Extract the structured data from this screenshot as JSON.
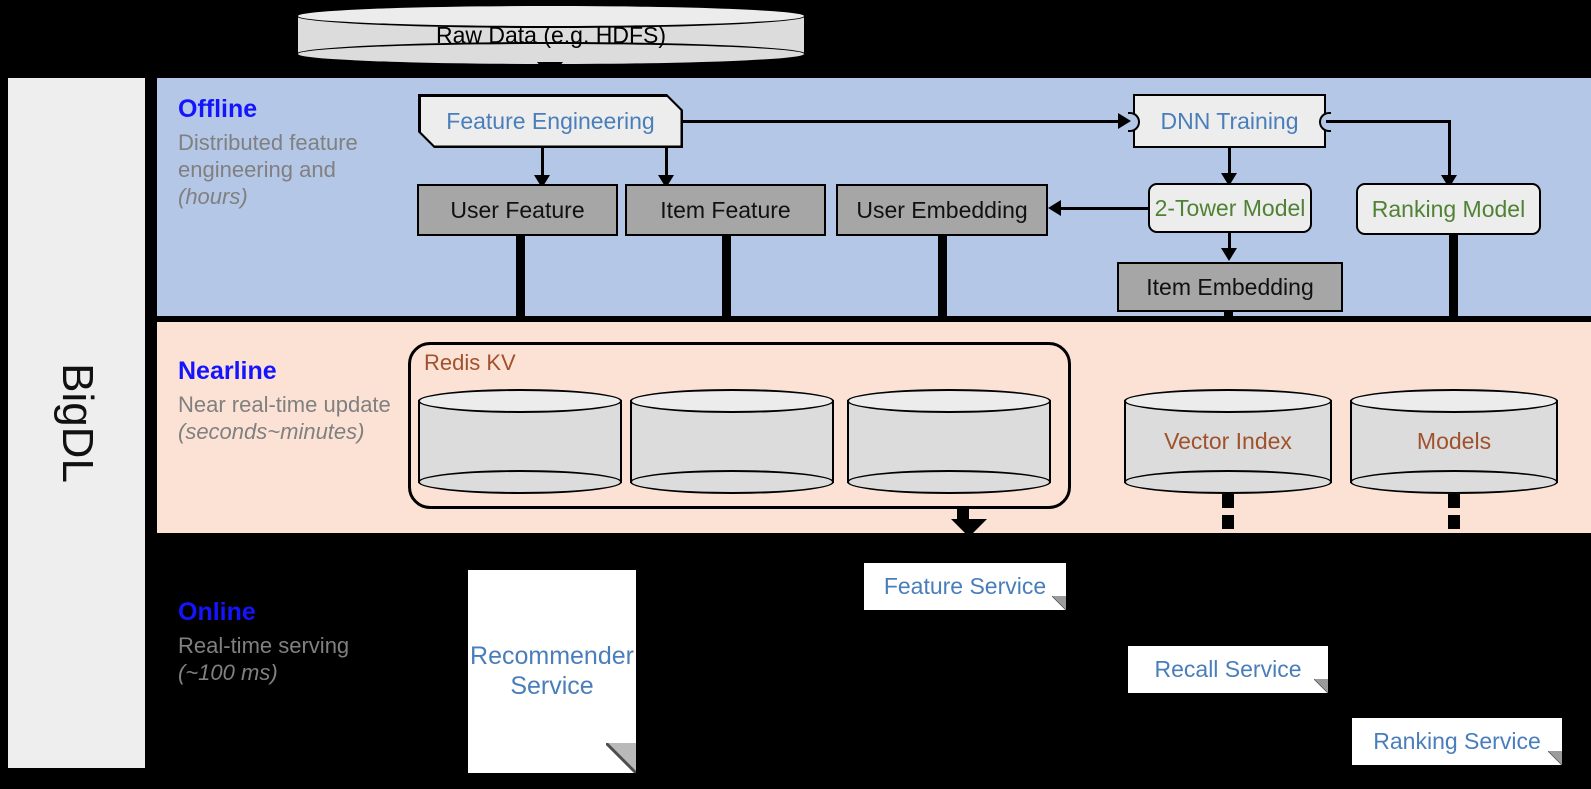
{
  "framework": {
    "name": "BigDL"
  },
  "raw_data": {
    "label": "Raw Data (e.g. HDFS)"
  },
  "bands": {
    "offline": {
      "title": "Offline",
      "description": "Distributed feature engineering and ",
      "description_italic": "(hours)",
      "bg_color": "#b4c7e7"
    },
    "nearline": {
      "title": "Nearline",
      "description": "Near real-time update ",
      "description_italic": "(seconds~minutes)",
      "bg_color": "#fbe2d5"
    },
    "online": {
      "title": "Online",
      "description": "Real-time serving ",
      "description_italic": "(~100 ms)",
      "bg_color": "#000000"
    }
  },
  "offline_nodes": {
    "feature_engineering": "Feature Engineering",
    "dnn_training": "DNN Training",
    "user_feature": "User Feature",
    "item_feature": "Item Feature",
    "user_embedding": "User Embedding",
    "two_tower_model": "2-Tower Model",
    "ranking_model": "Ranking Model",
    "item_embedding": "Item Embedding"
  },
  "nearline_nodes": {
    "redis_kv": "Redis KV",
    "store_1": "",
    "store_2": "",
    "store_3": "",
    "vector_index": "Vector Index",
    "models": "Models"
  },
  "online_nodes": {
    "recommender_service": "Recommender Service",
    "feature_service": "Feature Service",
    "recall_service": "Recall Service",
    "ranking_service": "Ranking Service"
  },
  "colors": {
    "band_title": "#1414ff",
    "band_sub": "#808080",
    "proc_text": "#4a7ebb",
    "model_text": "#4f8234",
    "store_text": "#a0522d",
    "gray_box": "#a6a6a6",
    "cylinder": "#dcdcdc"
  }
}
